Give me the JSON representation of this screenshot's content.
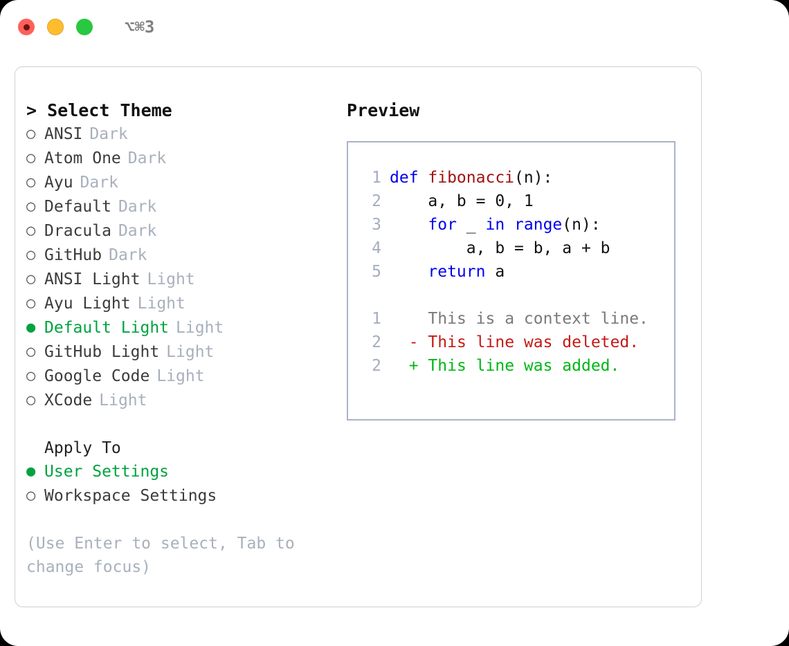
{
  "titlebar": {
    "lights": [
      {
        "name": "close-button",
        "color": "#ff6059"
      },
      {
        "name": "minimize-button",
        "color": "#ffbd2e"
      },
      {
        "name": "maximize-button",
        "color": "#28c840"
      }
    ],
    "shortcut": "⌥⌘3"
  },
  "theme_picker": {
    "heading": "> Select Theme",
    "items": [
      {
        "marker": "○",
        "selected": false,
        "label": "ANSI",
        "variant": "Dark"
      },
      {
        "marker": "○",
        "selected": false,
        "label": "Atom One",
        "variant": "Dark"
      },
      {
        "marker": "○",
        "selected": false,
        "label": "Ayu",
        "variant": "Dark"
      },
      {
        "marker": "○",
        "selected": false,
        "label": "Default",
        "variant": "Dark"
      },
      {
        "marker": "○",
        "selected": false,
        "label": "Dracula",
        "variant": "Dark"
      },
      {
        "marker": "○",
        "selected": false,
        "label": "GitHub",
        "variant": "Dark"
      },
      {
        "marker": "○",
        "selected": false,
        "label": "ANSI Light",
        "variant": "Light"
      },
      {
        "marker": "○",
        "selected": false,
        "label": "Ayu Light",
        "variant": "Light"
      },
      {
        "marker": "●",
        "selected": true,
        "label": "Default Light",
        "variant": "Light"
      },
      {
        "marker": "○",
        "selected": false,
        "label": "GitHub Light",
        "variant": "Light"
      },
      {
        "marker": "○",
        "selected": false,
        "label": "Google Code",
        "variant": "Light"
      },
      {
        "marker": "○",
        "selected": false,
        "label": "XCode",
        "variant": "Light"
      }
    ]
  },
  "apply_to": {
    "heading": "Apply To",
    "items": [
      {
        "marker": "●",
        "selected": true,
        "label": "User Settings"
      },
      {
        "marker": "○",
        "selected": false,
        "label": "Workspace Settings"
      }
    ]
  },
  "hint": "(Use Enter to select, Tab to change focus)",
  "preview": {
    "title": "Preview",
    "code_lines": [
      {
        "lineno": "1",
        "tokens": [
          {
            "text": "def ",
            "type": "kw"
          },
          {
            "text": "fibonacci",
            "type": "fn"
          },
          {
            "text": "(n):",
            "type": "plain"
          }
        ]
      },
      {
        "lineno": "2",
        "tokens": [
          {
            "text": "    a, b = 0, 1",
            "type": "plain"
          }
        ]
      },
      {
        "lineno": "3",
        "tokens": [
          {
            "text": "    ",
            "type": "plain"
          },
          {
            "text": "for",
            "type": "kw"
          },
          {
            "text": " _ ",
            "type": "plain"
          },
          {
            "text": "in",
            "type": "kw"
          },
          {
            "text": " ",
            "type": "plain"
          },
          {
            "text": "range",
            "type": "kw"
          },
          {
            "text": "(n):",
            "type": "plain"
          }
        ]
      },
      {
        "lineno": "4",
        "tokens": [
          {
            "text": "        a, b = b, a + b",
            "type": "plain"
          }
        ]
      },
      {
        "lineno": "5",
        "tokens": [
          {
            "text": "    ",
            "type": "plain"
          },
          {
            "text": "return",
            "type": "kw"
          },
          {
            "text": " a",
            "type": "plain"
          }
        ]
      }
    ],
    "diff_lines": [
      {
        "lineno": "1",
        "sign": " ",
        "text": "This is a context line.",
        "kind": "ctx"
      },
      {
        "lineno": "2",
        "sign": "-",
        "text": "This line was deleted.",
        "kind": "del"
      },
      {
        "lineno": "2",
        "sign": "+",
        "text": "This line was added.",
        "kind": "add"
      }
    ]
  },
  "colors": {
    "accent_green": "#00a33f",
    "muted": "#a8b0bd",
    "keyword_blue": "#0000ee",
    "function_red": "#a11212",
    "diff_add": "#00b715",
    "diff_del": "#c41a16",
    "panel_border": "#cfcfd4",
    "preview_border": "#a9b3c6"
  }
}
